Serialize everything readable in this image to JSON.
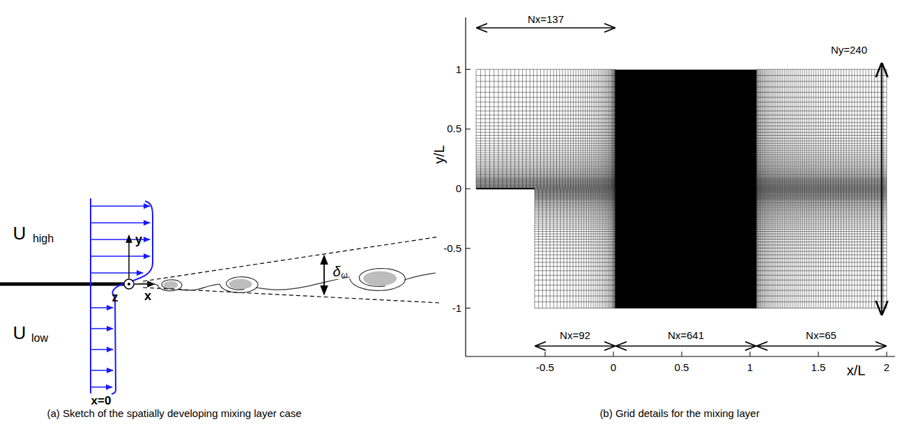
{
  "diagram": {
    "labels": [
      "(a) Sketch of the spatially developing mixing layer case",
      "(b) Grid details for the mixing layer",
      "U",
      "high",
      "U",
      "low",
      "y",
      "z",
      "x",
      "x=0",
      "δ",
      "ω",
      "Nx=137",
      "Nx=92",
      "Nx=641",
      "Nx=65",
      "Ny=240",
      "1",
      "0.5",
      "0",
      "-0.5",
      "-1",
      "-0.5",
      "0",
      "0.5",
      "1",
      "1.5",
      "2",
      "x/L",
      "y/L"
    ]
  }
}
